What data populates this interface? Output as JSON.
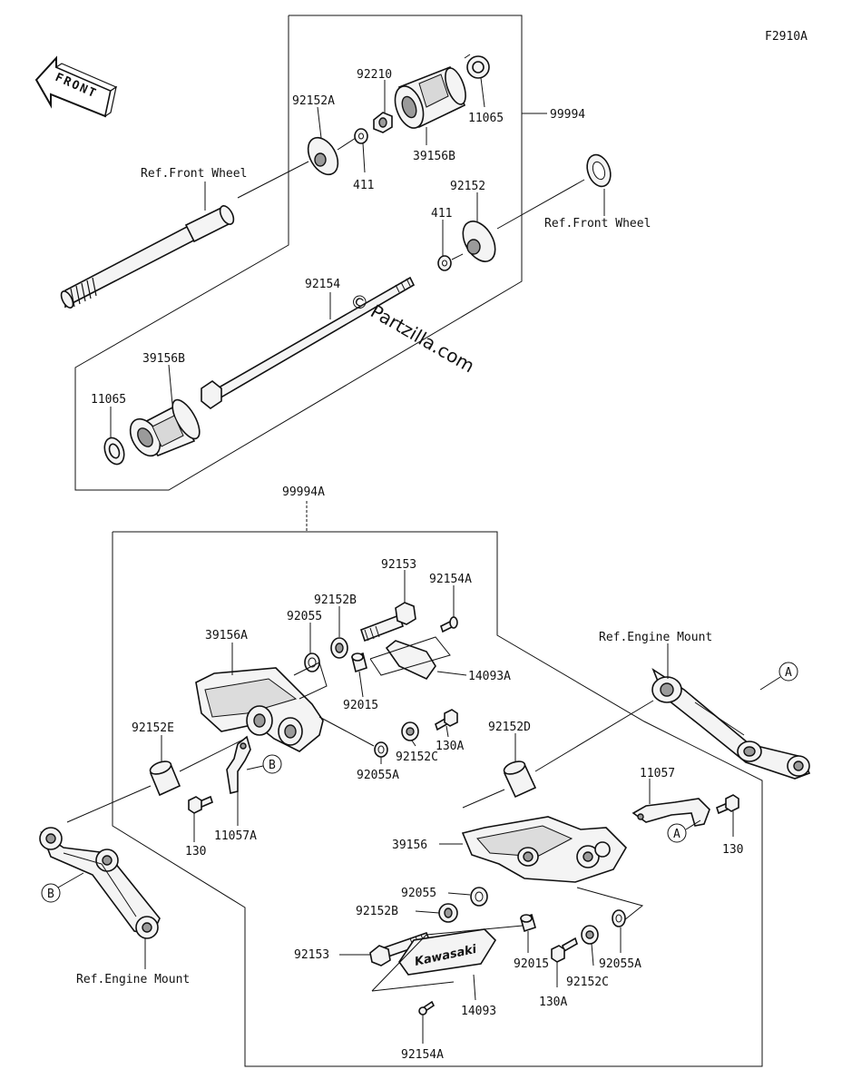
{
  "figure_code": "F2910A",
  "front_label": "FRONT",
  "watermark": "© Partzilla.com",
  "brand_label": "Kawasaki",
  "labels": {
    "p92210": "92210",
    "p92152A": "92152A",
    "p11065_top": "11065",
    "p99994": "99994",
    "p39156B_top": "39156B",
    "p411_a": "411",
    "p411_b": "411",
    "p92152": "92152",
    "ref_front_wheel_left": "Ref.Front Wheel",
    "ref_front_wheel_right": "Ref.Front Wheel",
    "p92154": "92154",
    "p39156B_low": "39156B",
    "p11065_low": "11065",
    "p99994A": "99994A",
    "p92153_top": "92153",
    "p92154A_top": "92154A",
    "p92152B_top": "92152B",
    "p92055_top": "92055",
    "p39156A": "39156A",
    "p14093A": "14093A",
    "p92015_top": "92015",
    "p130A_top": "130A",
    "p92152E": "92152E",
    "p92152C_top": "92152C",
    "p92055A_top": "92055A",
    "p92152D": "92152D",
    "ref_engine_mount_right": "Ref.Engine Mount",
    "p11057": "11057",
    "p130_left": "130",
    "p11057A": "11057A",
    "p130_right": "130",
    "p39156": "39156",
    "p92055_low": "92055",
    "p92152B_low": "92152B",
    "p92153_low": "92153",
    "p92015_low": "92015",
    "p92055A_low": "92055A",
    "p92152C_low": "92152C",
    "p130A_low": "130A",
    "p14093": "14093",
    "p92154A_low": "92154A",
    "ref_engine_mount_left": "Ref.Engine Mount",
    "callout_A_right": "A",
    "callout_A_low": "A",
    "callout_B_left": "B",
    "callout_B_mid": "B"
  }
}
